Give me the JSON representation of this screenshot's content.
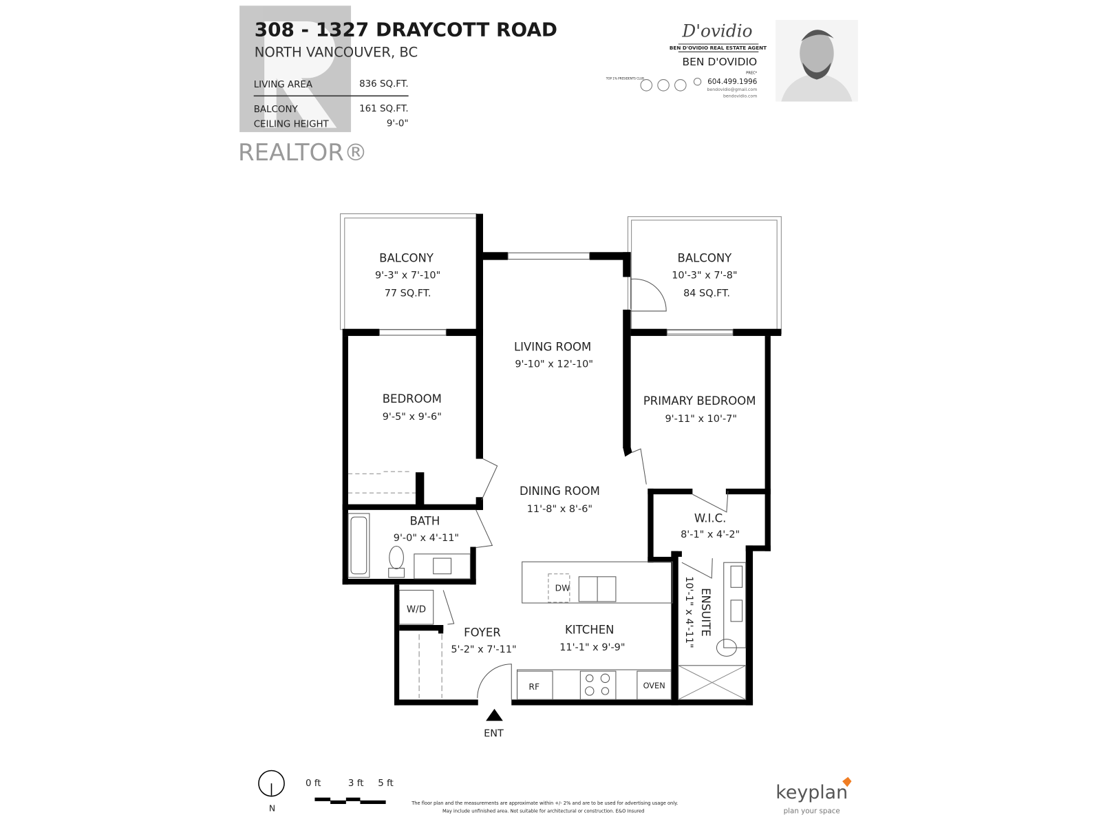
{
  "header": {
    "address": "308 - 1327 DRAYCOTT ROAD",
    "city": "NORTH VANCOUVER, BC",
    "stats": [
      {
        "label": "LIVING AREA",
        "value": "836 SQ.FT."
      },
      {
        "label": "BALCONY",
        "value": "161 SQ.FT."
      },
      {
        "label": "CEILING HEIGHT",
        "value": "9'-0\""
      }
    ],
    "watermark": "REALTOR®"
  },
  "agent": {
    "logo_script": "D'ovidio",
    "logo_tagline": "BEN D'OVIDIO REAL ESTATE AGENT",
    "name": "BEN D'OVIDIO",
    "designation": "PREC*",
    "phone": "604.499.1996",
    "email": "bendovidio@gmail.com",
    "website": "bendovidio.com",
    "award": "TOP 1% PRESIDENTS CLUB"
  },
  "rooms": {
    "balcony_left": {
      "name": "BALCONY",
      "dims": "9'-3\"  x  7'-10\"",
      "area": "77 SQ.FT."
    },
    "balcony_right": {
      "name": "BALCONY",
      "dims": "10'-3\"  x  7'-8\"",
      "area": "84 SQ.FT."
    },
    "living": {
      "name": "LIVING ROOM",
      "dims": "9'-10\"  x  12'-10\""
    },
    "bedroom": {
      "name": "BEDROOM",
      "dims": "9'-5\"  x  9'-6\""
    },
    "primary": {
      "name": "PRIMARY BEDROOM",
      "dims": "9'-11\"  x  10'-7\""
    },
    "dining": {
      "name": "DINING ROOM",
      "dims": "11'-8\"  x  8'-6\""
    },
    "bath": {
      "name": "BATH",
      "dims": "9'-0\"  x  4'-11\""
    },
    "wic": {
      "name": "W.I.C.",
      "dims": "8'-1\" x 4'-2\""
    },
    "ensuite": {
      "name": "ENSUITE",
      "dims": "10'-1\"  x  4'-11\""
    },
    "foyer": {
      "name": "FOYER",
      "dims": "5'-2\" x 7'-11\""
    },
    "kitchen": {
      "name": "KITCHEN",
      "dims": "11'-1\"  x  9'-9\""
    }
  },
  "fixtures": {
    "dw": "DW",
    "wd": "W/D",
    "rf": "RF",
    "oven": "OVEN",
    "entrance": "ENT"
  },
  "footer": {
    "north": "N",
    "scale_labels": [
      "0 ft",
      "3 ft",
      "5 ft"
    ],
    "disclaimer_1": "The floor plan and the measurements are approximate within +/- 2% and are to be used for advertising usage only.",
    "disclaimer_2": "May include unfinished area. Not suitable for architectural or construction. E&O Insured",
    "brand": "keyplan",
    "brand_tagline": "plan your space",
    "brand_color": "#f07d23"
  }
}
